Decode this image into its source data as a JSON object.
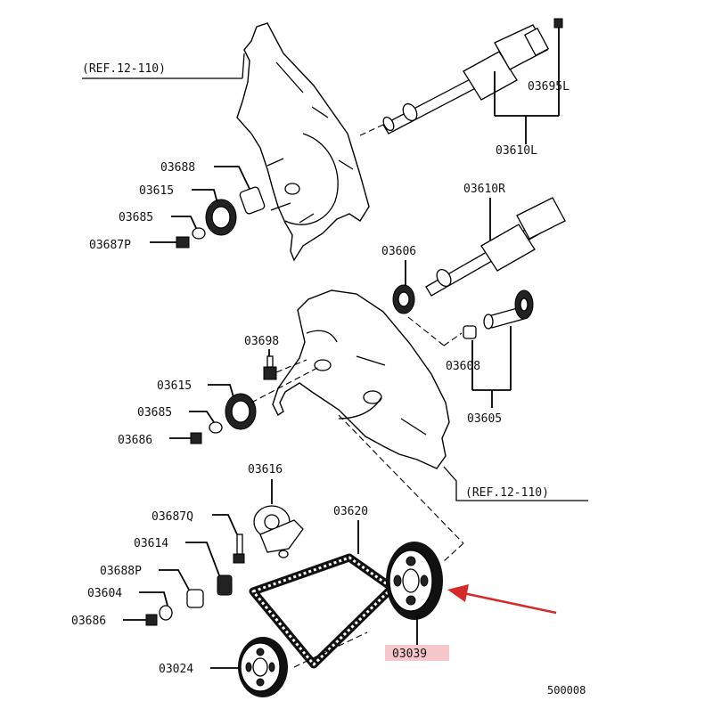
{
  "diagram": {
    "ref_top": "(REF.12-110)",
    "ref_bottom": "(REF.12-110)",
    "figure_number": "500008",
    "highlight_color": "#f6c8cc",
    "arrow_color": "#d42a2a",
    "labels": {
      "p03695L": "03695L",
      "p03610L": "03610L",
      "p03610R": "03610R",
      "p03688": "03688",
      "p03615a": "03615",
      "p03685a": "03685",
      "p03687P": "03687P",
      "p03606": "03606",
      "p03698": "03698",
      "p03608": "03608",
      "p03605": "03605",
      "p03615b": "03615",
      "p03685b": "03685",
      "p03686a": "03686",
      "p03616": "03616",
      "p03620": "03620",
      "p03687Q": "03687Q",
      "p03614": "03614",
      "p03688P": "03688P",
      "p03604": "03604",
      "p03686b": "03686",
      "p03024": "03024",
      "p03039": "03039"
    }
  }
}
